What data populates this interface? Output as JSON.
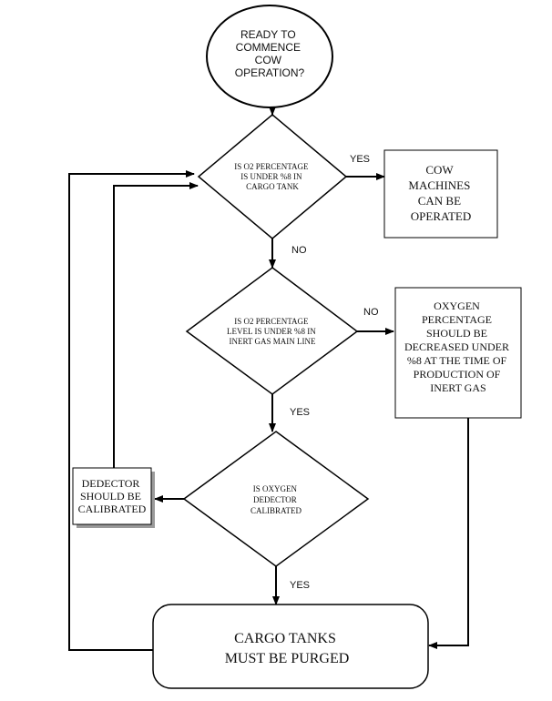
{
  "start": {
    "lines": [
      "READY TO",
      "COMMENCE",
      "COW",
      "OPERATION?"
    ]
  },
  "decision_cargo": {
    "lines": [
      "IS O2 PERCENTAGE",
      "IS UNDER %8 IN",
      "CARGO TANK"
    ]
  },
  "decision_inert": {
    "lines": [
      "IS O2 PERCENTAGE",
      "LEVEL IS UNDER %8 IN",
      "INERT GAS MAIN LINE"
    ]
  },
  "decision_detector": {
    "lines": [
      "IS OXYGEN",
      "DEDECTOR",
      "CALIBRATED"
    ]
  },
  "box_cow": {
    "lines": [
      "COW",
      "MACHINES",
      "CAN BE",
      "OPERATED"
    ]
  },
  "box_oxygen": {
    "lines": [
      "OXYGEN",
      "PERCENTAGE",
      "SHOULD BE",
      "DECREASED UNDER",
      "%8 AT THE TIME OF",
      "PRODUCTION OF",
      "INERT GAS"
    ]
  },
  "box_detector": {
    "lines": [
      "DEDECTOR",
      "SHOULD BE",
      "CALIBRATED"
    ]
  },
  "box_purge": {
    "lines": [
      "CARGO TANKS",
      "MUST BE PURGED"
    ]
  },
  "labels": {
    "yes_cargo": "YES",
    "no_cargo": "NO",
    "no_inert": "NO",
    "yes_inert": "YES",
    "yes_detector": "YES"
  },
  "colors": {
    "stroke": "#000000",
    "text": "#111111",
    "shadow": "#9a9a9a"
  }
}
